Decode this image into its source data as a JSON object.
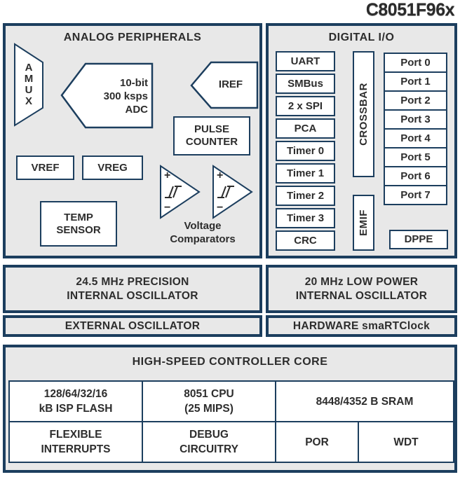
{
  "title": "C8051F96x",
  "colors": {
    "border_navy": "#1c3e5e",
    "section_gray": "#e8e8e8",
    "box_white": "#ffffff",
    "text_dark": "#2d2d2d"
  },
  "analog": {
    "header": "ANALOG PERIPHERALS",
    "amux": "A\nM\nU\nX",
    "adc": "10-bit\n300 ksps\nADC",
    "iref": "IREF",
    "pulse_counter": "PULSE\nCOUNTER",
    "vref": "VREF",
    "vreg": "VREG",
    "temp_sensor": "TEMP\nSENSOR",
    "comparator_plus": "+",
    "comparator_minus": "−",
    "comparators_caption": "Voltage\nComparators"
  },
  "digital": {
    "header": "DIGITAL I/O",
    "modules": [
      "UART",
      "SMBus",
      "2 x SPI",
      "PCA",
      "Timer 0",
      "Timer 1",
      "Timer 2",
      "Timer 3",
      "CRC"
    ],
    "crossbar": "CROSSBAR",
    "emif": "EMIF",
    "ports": [
      "Port 0",
      "Port 1",
      "Port 2",
      "Port 3",
      "Port 4",
      "Port 5",
      "Port 6",
      "Port 7"
    ],
    "dppe": "DPPE"
  },
  "clocks": {
    "precision_osc": "24.5 MHz PRECISION\nINTERNAL OSCILLATOR",
    "external_osc": "EXTERNAL OSCILLATOR",
    "low_power_osc": "20 MHz LOW POWER\nINTERNAL OSCILLATOR",
    "rtclock": "HARDWARE smaRTClock"
  },
  "core": {
    "header": "HIGH-SPEED CONTROLLER CORE",
    "flash": "128/64/32/16\nkB ISP FLASH",
    "cpu": "8051 CPU\n(25 MIPS)",
    "sram": "8448/4352 B SRAM",
    "interrupts": "FLEXIBLE\nINTERRUPTS",
    "debug": "DEBUG\nCIRCUITRY",
    "por": "POR",
    "wdt": "WDT"
  }
}
